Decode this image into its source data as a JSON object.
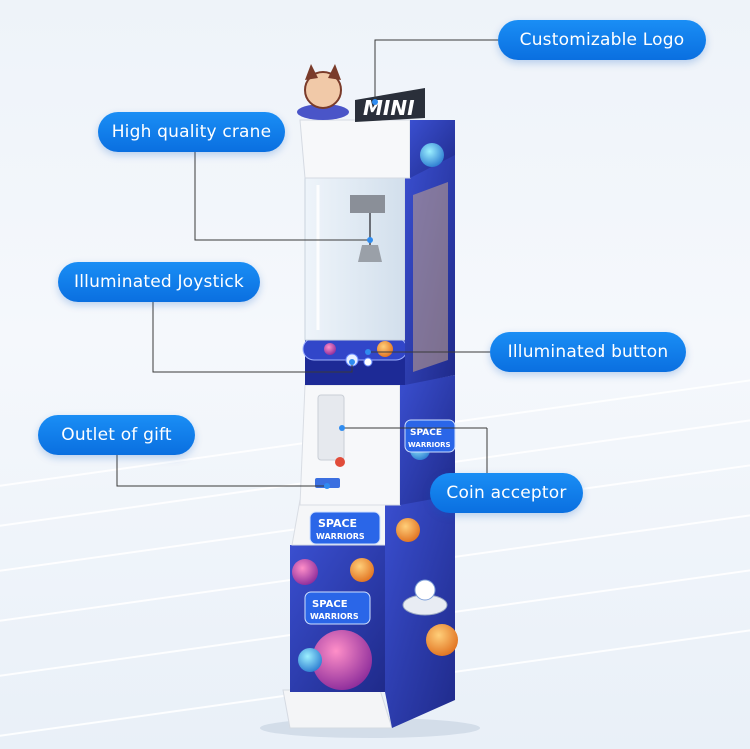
{
  "callouts": [
    {
      "id": "logo",
      "text": "Customizable Logo"
    },
    {
      "id": "crane",
      "text": "High quality crane"
    },
    {
      "id": "joystick",
      "text": "Illuminated Joystick"
    },
    {
      "id": "button",
      "text": "Illuminated button"
    },
    {
      "id": "outlet",
      "text": "Outlet of gift"
    },
    {
      "id": "coin",
      "text": "Coin acceptor"
    }
  ],
  "machine": {
    "marquee_text": "MINI",
    "decal_text": "SPACE WARRIORS",
    "colors": {
      "cabinet_white": "#f7f8fa",
      "side_blue": "#2f39b8",
      "accent_orange": "#f08a2a",
      "glass": "#dfe9f3"
    }
  },
  "theme": {
    "pill_color": "#0a7df0",
    "line_color": "#3a3a3a"
  }
}
